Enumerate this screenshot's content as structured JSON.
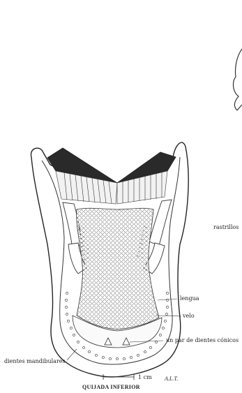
{
  "figure": {
    "caption": "QUIJADA INFERIOR",
    "scale_label": "1 cm",
    "artist_signature": "A.L.T.",
    "labels": {
      "rastrillos": "rastrillos",
      "lengua": "lengua",
      "velo": "velo",
      "dientes_conicos": "un par de dientes cónicos",
      "dientes_mandibulares": "dientes mandibulares"
    }
  }
}
